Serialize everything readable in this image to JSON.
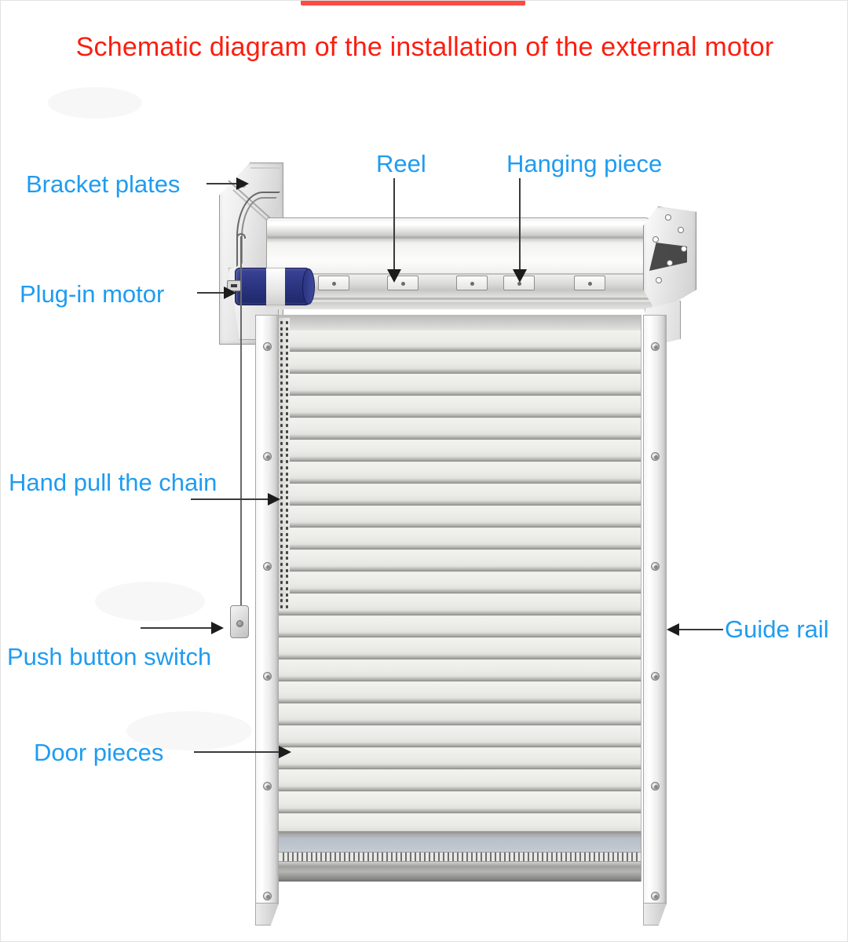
{
  "document": {
    "title": "Schematic diagram of the installation of the external motor",
    "title_color": "#fc1d0e",
    "label_color": "#1f9cf0",
    "leader_color": "#1c1c1c",
    "background": "#ffffff",
    "accent_bar_color": "#fc3d33"
  },
  "diagram": {
    "subject": "external-motor roller shutter door",
    "motor_color": "#2c3682",
    "curtain_color": "#ebebe7",
    "rail_color": "#ececec"
  },
  "labels": [
    {
      "id": "bracket-plates",
      "text": "Bracket plates",
      "arrow": "right"
    },
    {
      "id": "reel",
      "text": "Reel",
      "arrow": "down"
    },
    {
      "id": "hanging-piece",
      "text": "Hanging piece",
      "arrow": "down"
    },
    {
      "id": "plug-in-motor",
      "text": "Plug-in motor",
      "arrow": "right"
    },
    {
      "id": "hand-pull-chain",
      "text": "Hand pull the chain",
      "arrow": "right"
    },
    {
      "id": "guide-rail",
      "text": "Guide rail",
      "arrow": "left"
    },
    {
      "id": "push-button-switch",
      "text": "Push button switch",
      "arrow": "right"
    },
    {
      "id": "door-pieces",
      "text": "Door pieces",
      "arrow": "right"
    }
  ]
}
